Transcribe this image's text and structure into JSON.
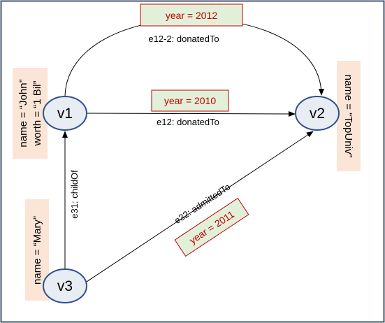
{
  "colors": {
    "frame": "#44546a",
    "node_fill": "#e8ecf3",
    "node_stroke": "#2f528f",
    "edge": "#000000",
    "year_box_fill": "#e2f0d9",
    "year_box_stroke": "#c00000",
    "year_text": "#c00000",
    "property_fill": "#fbe5d6"
  },
  "nodes": {
    "v1": {
      "label": "v1"
    },
    "v2": {
      "label": "v2"
    },
    "v3": {
      "label": "v3"
    }
  },
  "properties": {
    "v1": {
      "line1": "name = “John”",
      "line2": "worth = “1 Bil”"
    },
    "v2": {
      "line1": "name = “TopUniv”"
    },
    "v3": {
      "line1": "name = “Mary”"
    }
  },
  "edges": {
    "e12_2": {
      "label": "e12-2: donatedTo",
      "year": "year = 2012"
    },
    "e12": {
      "label": "e12: donatedTo",
      "year": "year = 2010"
    },
    "e31": {
      "label": "e31: childOf"
    },
    "e32": {
      "label": "e32: admittedTo",
      "year": "year = 2011"
    }
  }
}
